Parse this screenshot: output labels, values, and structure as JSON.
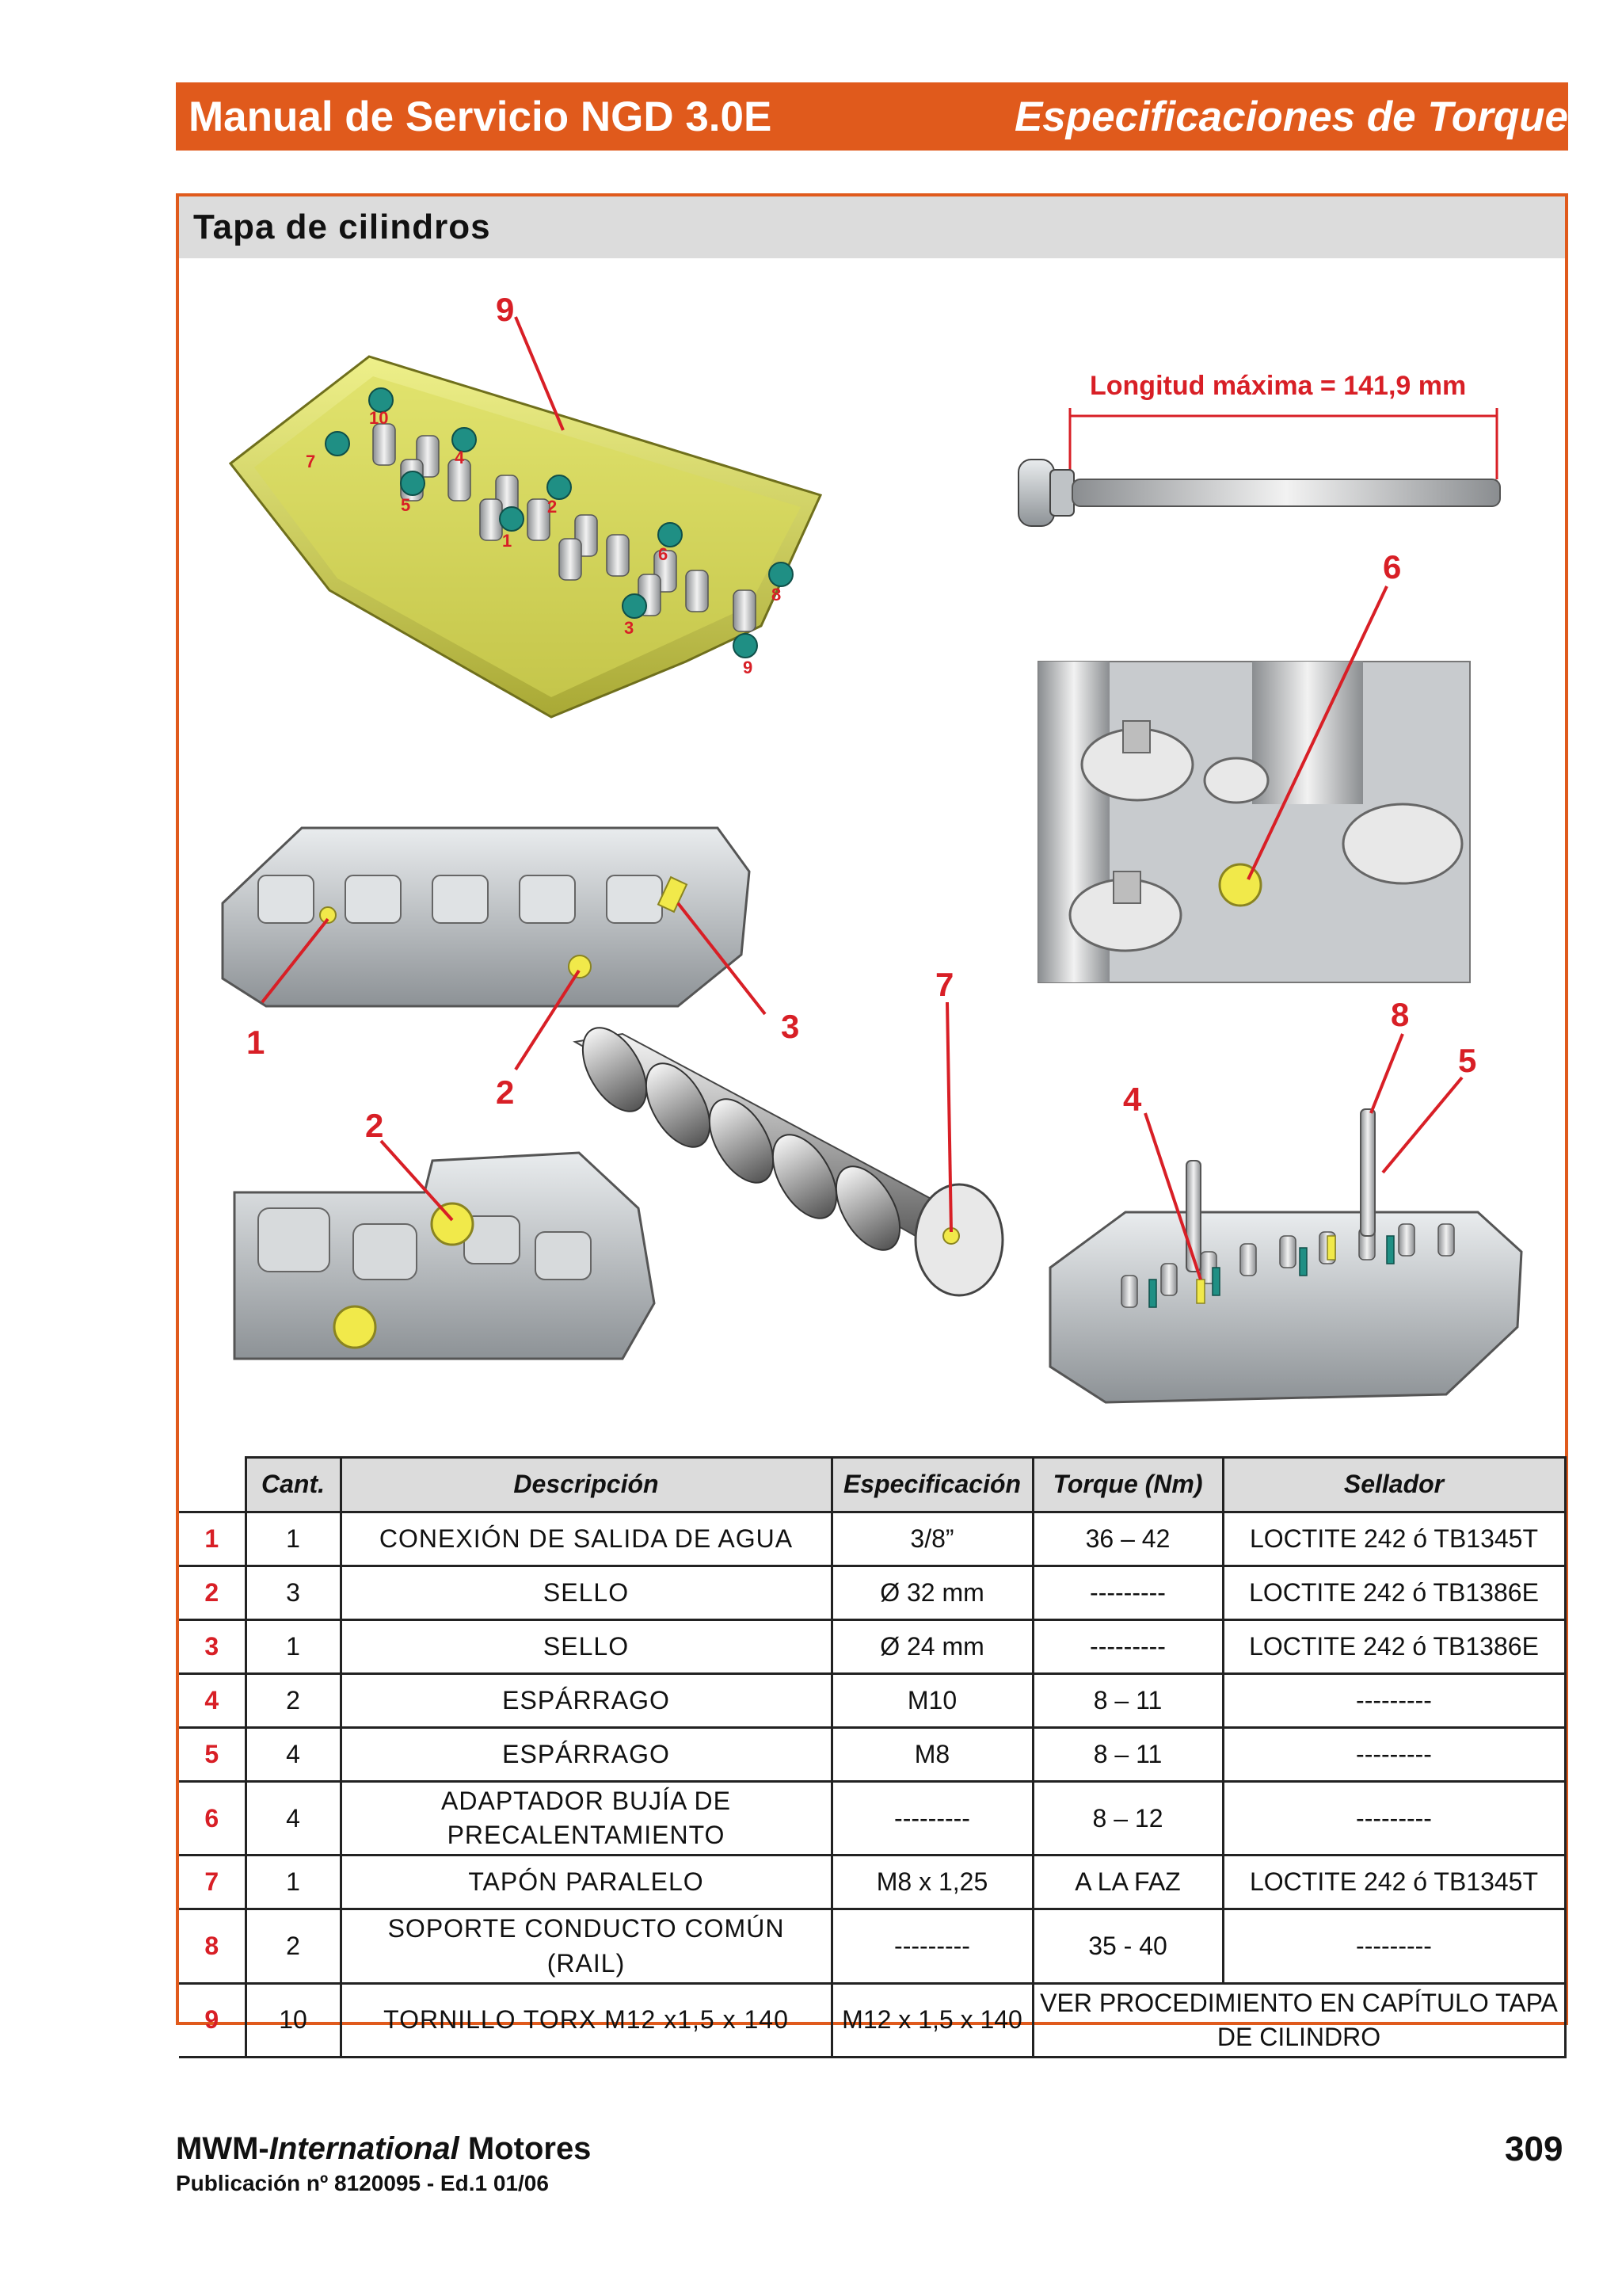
{
  "header": {
    "title_left": "Manual de Servicio NGD 3.0E",
    "title_right": "Especificaciones de Torque"
  },
  "section": {
    "title": "Tapa de cilindros"
  },
  "figure": {
    "length_label": "Longitud máxima = 141,9 mm",
    "callouts": [
      "9",
      "6",
      "3",
      "1",
      "2",
      "7",
      "8",
      "5",
      "2",
      "4"
    ],
    "bolt_sequence": [
      "10",
      "4",
      "7",
      "5",
      "2",
      "1",
      "6",
      "3",
      "8",
      "9"
    ]
  },
  "table": {
    "headers": [
      "Cant.",
      "Descripción",
      "Especificación",
      "Torque (Nm)",
      "Sellador"
    ],
    "rows": [
      {
        "num": "1",
        "qty": "1",
        "desc": "CONEXIÓN DE SALIDA DE AGUA",
        "spec": "3/8”",
        "torque": "36 – 42",
        "sealer": "LOCTITE 242 ó TB1345T"
      },
      {
        "num": "2",
        "qty": "3",
        "desc": "SELLO",
        "spec": "Ø 32 mm",
        "torque": "---------",
        "sealer": "LOCTITE 242 ó TB1386E"
      },
      {
        "num": "3",
        "qty": "1",
        "desc": "SELLO",
        "spec": "Ø 24 mm",
        "torque": "---------",
        "sealer": "LOCTITE 242 ó TB1386E"
      },
      {
        "num": "4",
        "qty": "2",
        "desc": "ESPÁRRAGO",
        "spec": "M10",
        "torque": "8 – 11",
        "sealer": "---------"
      },
      {
        "num": "5",
        "qty": "4",
        "desc": "ESPÁRRAGO",
        "spec": "M8",
        "torque": "8 – 11",
        "sealer": "---------"
      },
      {
        "num": "6",
        "qty": "4",
        "desc": "ADAPTADOR BUJÍA DE PRECALENTAMIENTO",
        "spec": "---------",
        "torque": "8 – 12",
        "sealer": "---------"
      },
      {
        "num": "7",
        "qty": "1",
        "desc": "TAPÓN PARALELO",
        "spec": "M8 x 1,25",
        "torque": "A LA FAZ",
        "sealer": "LOCTITE 242 ó TB1345T"
      },
      {
        "num": "8",
        "qty": "2",
        "desc": "SOPORTE CONDUCTO COMÚN (RAIL)",
        "spec": "---------",
        "torque": "35 - 40",
        "sealer": "---------"
      },
      {
        "num": "9",
        "qty": "10",
        "desc": "TORNILLO TORX M12 x1,5 x 140",
        "spec": "M12 x 1,5 x 140",
        "torque": "VER PROCEDIMIENTO EN CAPÍTULO TAPA DE CILINDRO",
        "sealer": ""
      }
    ]
  },
  "footer": {
    "brand_a": "MWM-",
    "brand_b": "International",
    "brand_c": " Motores",
    "publication": "Publicación nº 8120095 - Ed.1 01/06",
    "page": "309"
  }
}
